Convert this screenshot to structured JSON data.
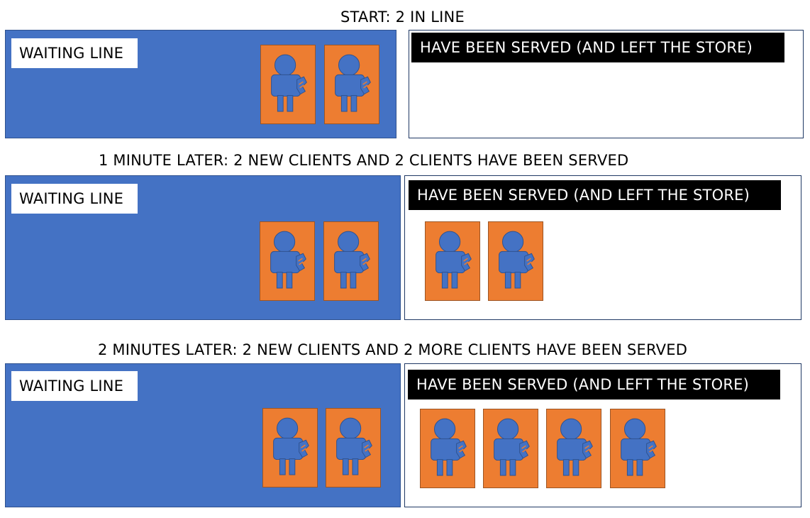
{
  "colors": {
    "waiting_line_bg": "#4472c4",
    "client_bg": "#ed7d31",
    "client_figure": "#4472c4",
    "served_label_bg": "#000000"
  },
  "client_icon": "person-with-bag-icon",
  "stages": [
    {
      "caption": "START: 2 IN LINE",
      "waiting_label": "WAITING LINE",
      "waiting_count": 2,
      "served_label": "HAVE BEEN SERVED (AND LEFT THE STORE)",
      "served_count": 0
    },
    {
      "caption": "1 MINUTE LATER: 2 NEW CLIENTS AND 2 CLIENTS HAVE BEEN SERVED",
      "waiting_label": "WAITING LINE",
      "waiting_count": 2,
      "served_label": "HAVE BEEN SERVED (AND LEFT THE STORE)",
      "served_count": 2
    },
    {
      "caption": "2 MINUTES LATER: 2 NEW CLIENTS AND 2 MORE CLIENTS HAVE BEEN SERVED",
      "waiting_label": "WAITING LINE",
      "waiting_count": 2,
      "served_label": "HAVE BEEN SERVED (AND LEFT THE STORE)",
      "served_count": 4
    }
  ]
}
